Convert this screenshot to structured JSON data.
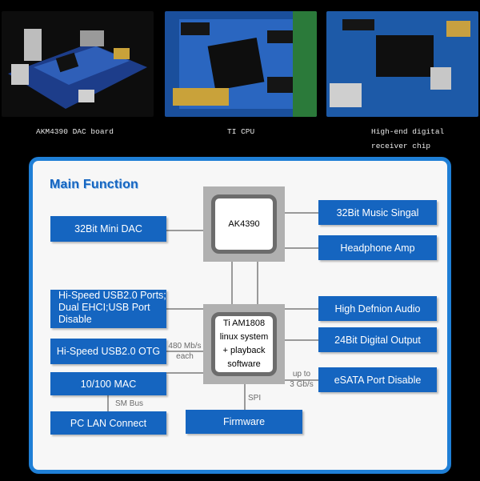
{
  "captions": {
    "dac_board": "AKM4390 DAC board",
    "cpu": "TI CPU",
    "receiver_chip": "High-end digital receiver chip"
  },
  "diagram": {
    "title": "Main Function",
    "chips": {
      "dac": "AK4390",
      "cpu_line1": "Ti AM1808",
      "cpu_line2": "linux system",
      "cpu_line3": "+ playback",
      "cpu_line4": "software"
    },
    "boxes": {
      "mini_dac": "32Bit Mini DAC",
      "music_signal": "32Bit  Music Singal",
      "headphone_amp": "Headphone Amp",
      "usb_ports_line1": "Hi-Speed USB2.0 Ports;",
      "usb_ports_line2": "Dual EHCI;USB Port",
      "usb_ports_line3": "Disable",
      "hd_audio": "High Defnion Audio",
      "usb_otg": "Hi-Speed USB2.0 OTG",
      "digital_output": "24Bit Digital Output",
      "mac": "10/100 MAC",
      "esata": "eSATA Port  Disable",
      "lan": "PC LAN Connect",
      "firmware": "Firmware"
    },
    "labels": {
      "usb_speed_1": "480 Mb/s",
      "usb_speed_2": "each",
      "sata_speed_1": "up to",
      "sata_speed_2": "3 Gb/s",
      "sm_bus": "SM Bus",
      "spi": "SPI"
    }
  }
}
